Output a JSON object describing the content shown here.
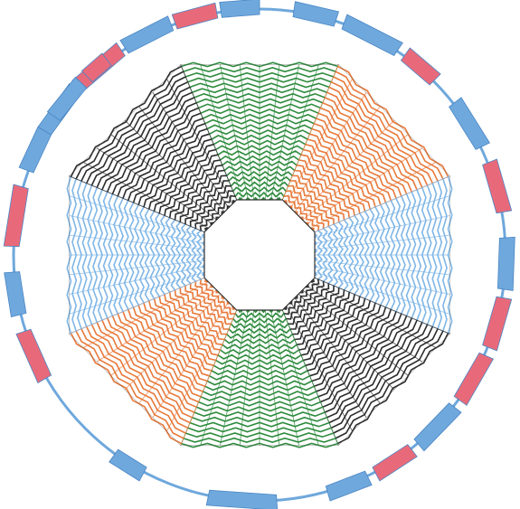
{
  "diagram": {
    "type": "radial-winding-diagram",
    "sectors": 8,
    "center_opening": "octagon",
    "sector_colors": [
      "#2e8b3e",
      "#e8793a",
      "#7fb6e6",
      "#e8793a",
      "#2e8b3e",
      "#2b2b2b",
      "#7fb6e6",
      "#2b2b2b"
    ],
    "outer_ring": {
      "ring_color": "#6fa8dc",
      "block_colors": [
        "#6fa8dc",
        "#e86a7a"
      ]
    },
    "colors": {
      "background": "#ffffff",
      "green": "#2e8b3e",
      "orange": "#e8793a",
      "light_blue": "#7fb6e6",
      "black": "#2b2b2b",
      "ring_blue": "#6fa8dc",
      "ring_pink": "#e86a7a"
    }
  }
}
